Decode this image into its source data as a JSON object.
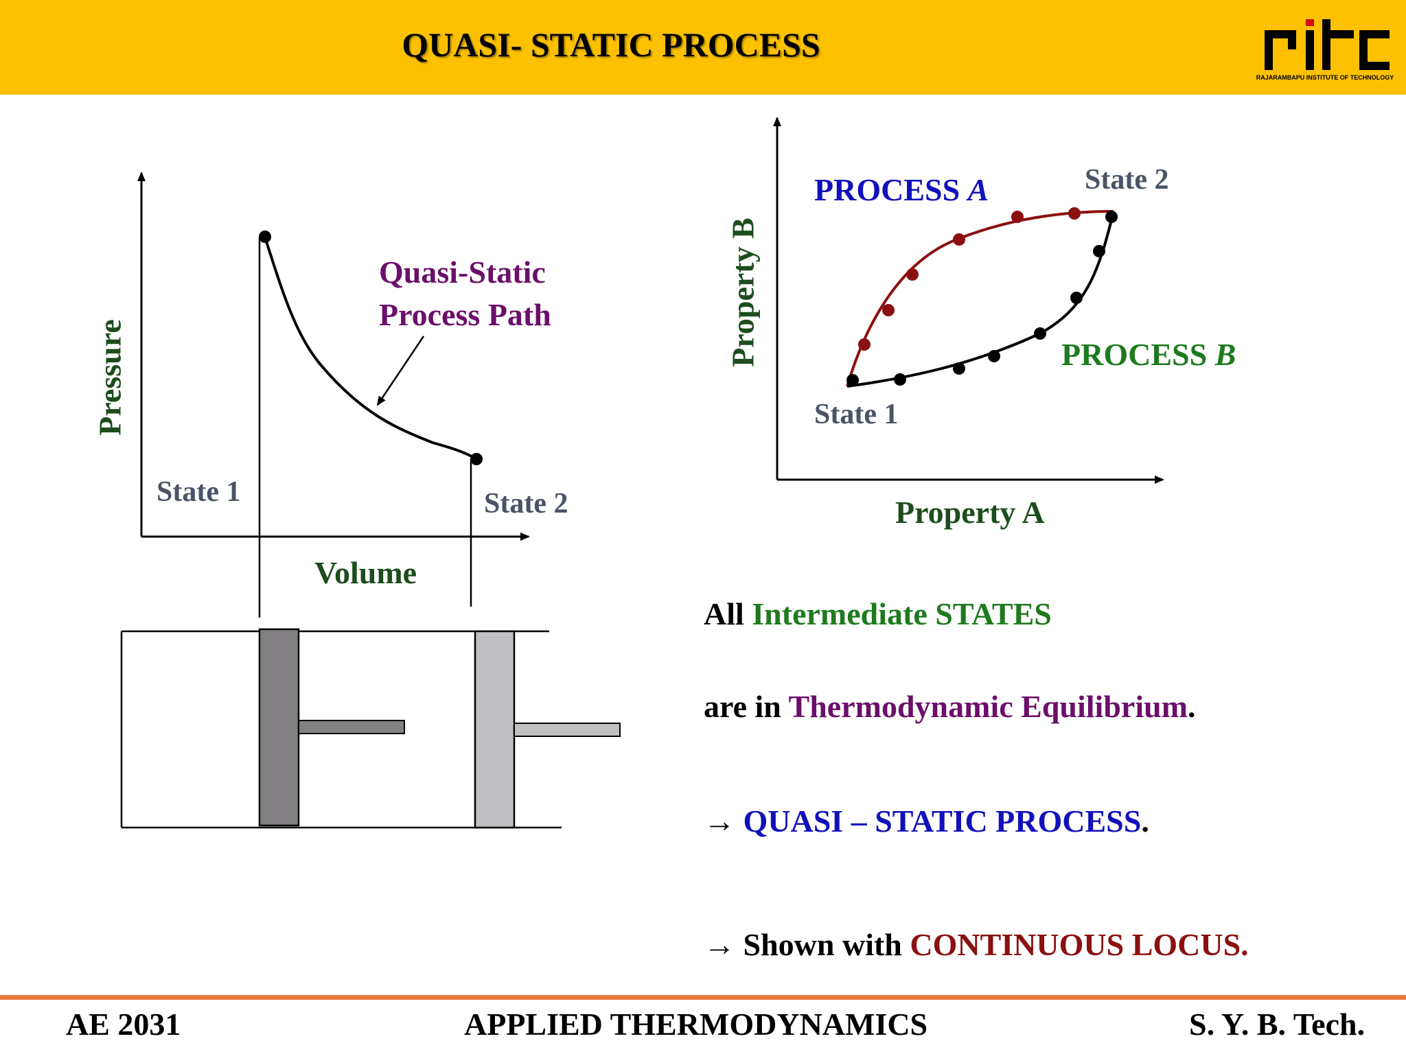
{
  "header": {
    "title": "QUASI- STATIC PROCESS",
    "logo_text": "RAJARAMBAPU INSTITUTE OF TECHNOLOGY"
  },
  "left_diagram": {
    "ylabel": "Pressure",
    "xlabel": "Volume",
    "state1": "State 1",
    "state2": "State 2",
    "path_label_line1": "Quasi-Static",
    "path_label_line2": "Process Path"
  },
  "right_diagram": {
    "ylabel": "Property B",
    "xlabel": "Property A",
    "state1": "State 1",
    "state2": "State 2",
    "process_a_word": "PROCESS",
    "process_a_letter": "A",
    "process_b_word": "PROCESS",
    "process_b_letter": "B"
  },
  "text_block": {
    "line1_a": "All",
    "line1_b": "Intermediate STATES",
    "line2_a": "are in",
    "line2_b": "Thermodynamic Equilibrium",
    "line2_c": ".",
    "line3_arrow": "→",
    "line3_b": "QUASI – STATIC PROCESS",
    "line3_c": ".",
    "line4_arrow": "→",
    "line4_a": "Shown with",
    "line4_b": "CONTINUOUS LOCUS."
  },
  "footer": {
    "left": "AE 2031",
    "center": "APPLIED THERMODYNAMICS",
    "right": "S. Y. B. Tech."
  },
  "colors": {
    "header_bg": "#FDC101",
    "axis_label_green": "#1D4D1D",
    "state_gray": "#4A5466",
    "purple": "#6B0F6B",
    "blue": "#1111BB",
    "green": "#1E7A1E",
    "dark_red": "#8B1010",
    "footer_line": "#E97A3A"
  }
}
